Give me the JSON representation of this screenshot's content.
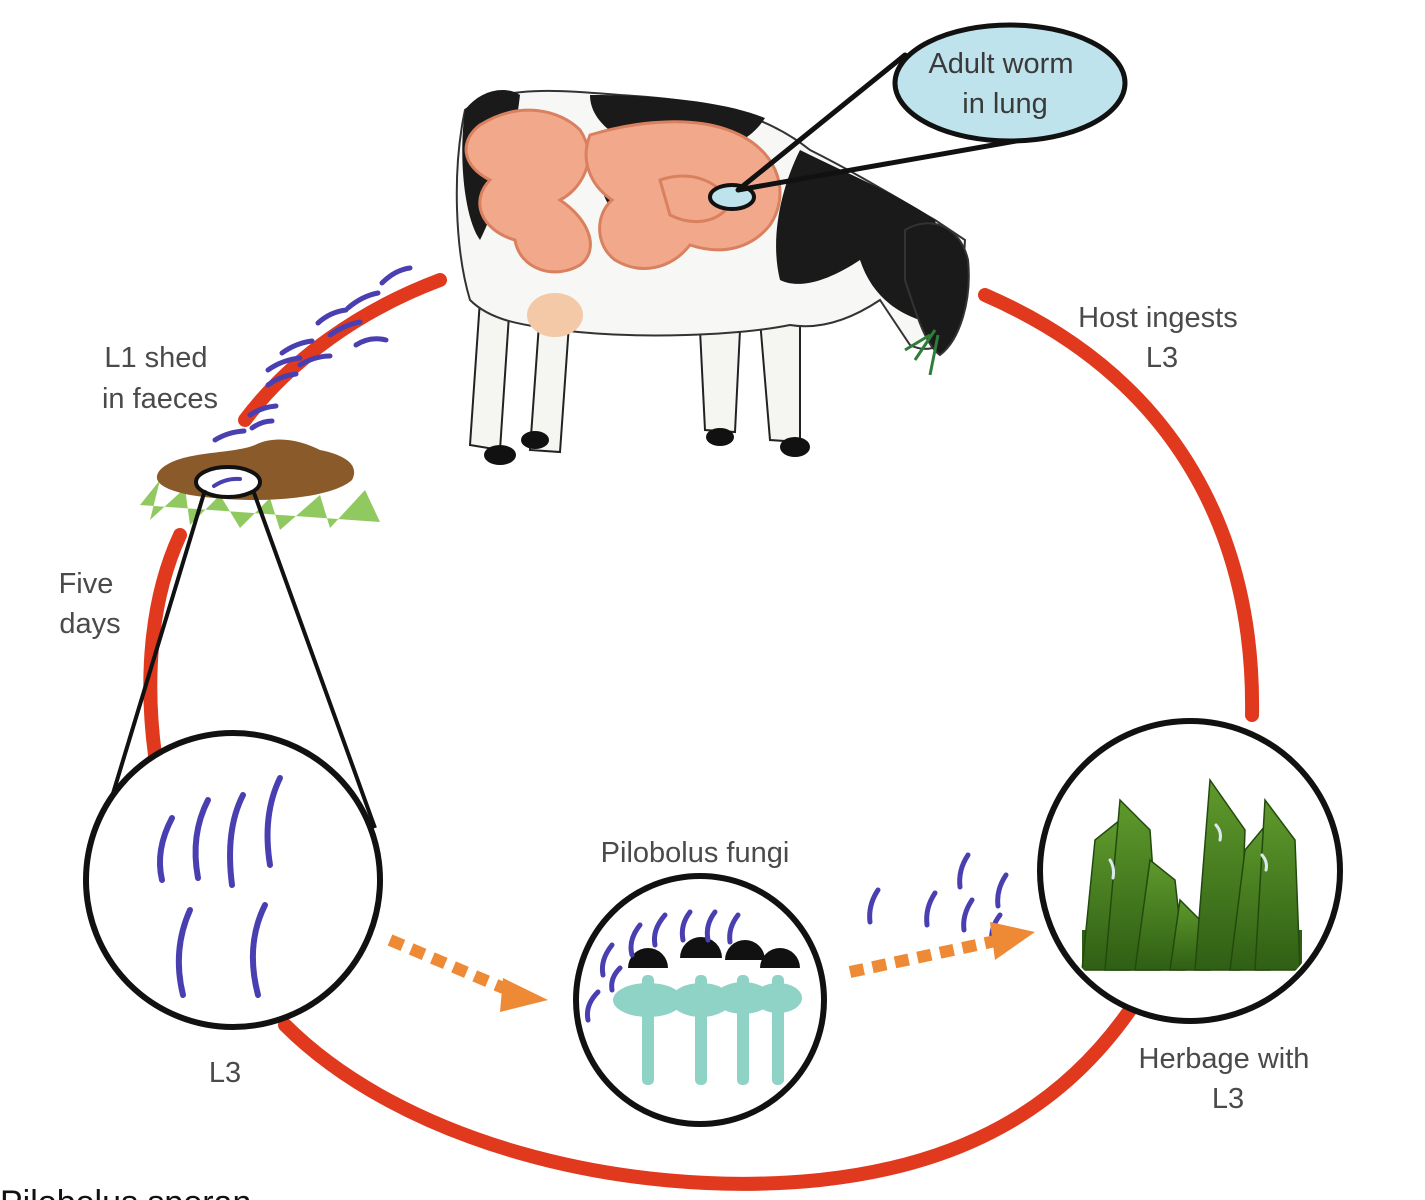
{
  "labels": {
    "adult_worm": [
      "Adult worm",
      "in lung"
    ],
    "host_ingests": [
      "Host ingests",
      "L3"
    ],
    "l1_shed": [
      "L1 shed",
      "in faeces"
    ],
    "five_days": [
      "Five",
      "days"
    ],
    "l3": "L3",
    "pilobolus": "Pilobolus fungi",
    "herbage": [
      "Herbage with",
      "L3"
    ],
    "cutoff_text": "Pilobolus sporan"
  },
  "colors": {
    "cycle_ring": "#e0391e",
    "larvae": "#4a3fb0",
    "arrow": "#ee8a35",
    "callout_fill": "#bfe3ec",
    "fungus_stalk": "#8fd3c7",
    "grass": "#3f7d1e",
    "dung": "#8b5a2b",
    "intestine": "#f2a88a"
  },
  "icons": [
    "cow-illustration",
    "dung-pat-icon",
    "larvae-icon",
    "fungus-icon",
    "grass-icon",
    "dotted-arrow-icon"
  ]
}
